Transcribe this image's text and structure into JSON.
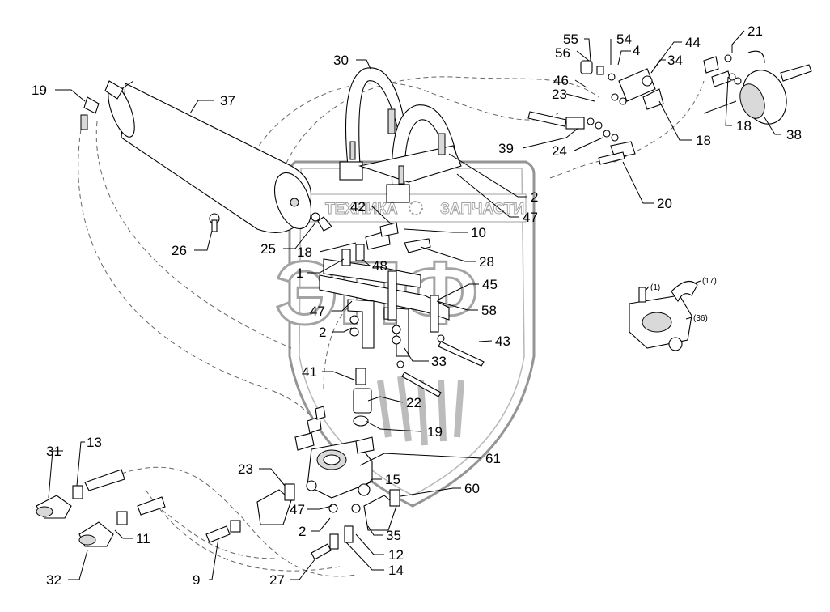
{
  "watermark": {
    "banner_left": "ТЕХНИКА",
    "banner_right": "ЗАПЧАСТИ",
    "big_letters": "ЭПФ"
  },
  "callouts": [
    {
      "id": "c19a",
      "text": "19"
    },
    {
      "id": "c37",
      "text": "37"
    },
    {
      "id": "c30",
      "text": "30"
    },
    {
      "id": "c55",
      "text": "55"
    },
    {
      "id": "c54",
      "text": "54"
    },
    {
      "id": "c4",
      "text": "4"
    },
    {
      "id": "c44",
      "text": "44"
    },
    {
      "id": "c56",
      "text": "56"
    },
    {
      "id": "c34",
      "text": "34"
    },
    {
      "id": "c46",
      "text": "46"
    },
    {
      "id": "c23a",
      "text": "23"
    },
    {
      "id": "c21",
      "text": "21"
    },
    {
      "id": "c18a",
      "text": "18"
    },
    {
      "id": "c38",
      "text": "38"
    },
    {
      "id": "c18b",
      "text": "18"
    },
    {
      "id": "c39",
      "text": "39"
    },
    {
      "id": "c24",
      "text": "24"
    },
    {
      "id": "c2a",
      "text": "2"
    },
    {
      "id": "c20",
      "text": "20"
    },
    {
      "id": "c42",
      "text": "42"
    },
    {
      "id": "c47a",
      "text": "47"
    },
    {
      "id": "c10",
      "text": "10"
    },
    {
      "id": "c26",
      "text": "26"
    },
    {
      "id": "c25",
      "text": "25"
    },
    {
      "id": "c18c",
      "text": "18"
    },
    {
      "id": "c28",
      "text": "28"
    },
    {
      "id": "c1",
      "text": "1"
    },
    {
      "id": "c48",
      "text": "48"
    },
    {
      "id": "c45",
      "text": "45"
    },
    {
      "id": "c47b",
      "text": "47"
    },
    {
      "id": "c58",
      "text": "58"
    },
    {
      "id": "c2b",
      "text": "2"
    },
    {
      "id": "c43",
      "text": "43"
    },
    {
      "id": "c33",
      "text": "33"
    },
    {
      "id": "c41",
      "text": "41"
    },
    {
      "id": "c22",
      "text": "22"
    },
    {
      "id": "c19b",
      "text": "19"
    },
    {
      "id": "c31",
      "text": "31"
    },
    {
      "id": "c13",
      "text": "13"
    },
    {
      "id": "c61",
      "text": "61"
    },
    {
      "id": "c23b",
      "text": "23"
    },
    {
      "id": "c15",
      "text": "15"
    },
    {
      "id": "c60",
      "text": "60"
    },
    {
      "id": "c47c",
      "text": "47"
    },
    {
      "id": "c2c",
      "text": "2"
    },
    {
      "id": "c11",
      "text": "11"
    },
    {
      "id": "c35",
      "text": "35"
    },
    {
      "id": "c12",
      "text": "12"
    },
    {
      "id": "c32",
      "text": "32"
    },
    {
      "id": "c9",
      "text": "9"
    },
    {
      "id": "c27",
      "text": "27"
    },
    {
      "id": "c14",
      "text": "14"
    }
  ],
  "inset_callouts": [
    {
      "id": "i1",
      "text": "(1)"
    },
    {
      "id": "i17",
      "text": "(17)"
    },
    {
      "id": "i36",
      "text": "(36)"
    }
  ]
}
